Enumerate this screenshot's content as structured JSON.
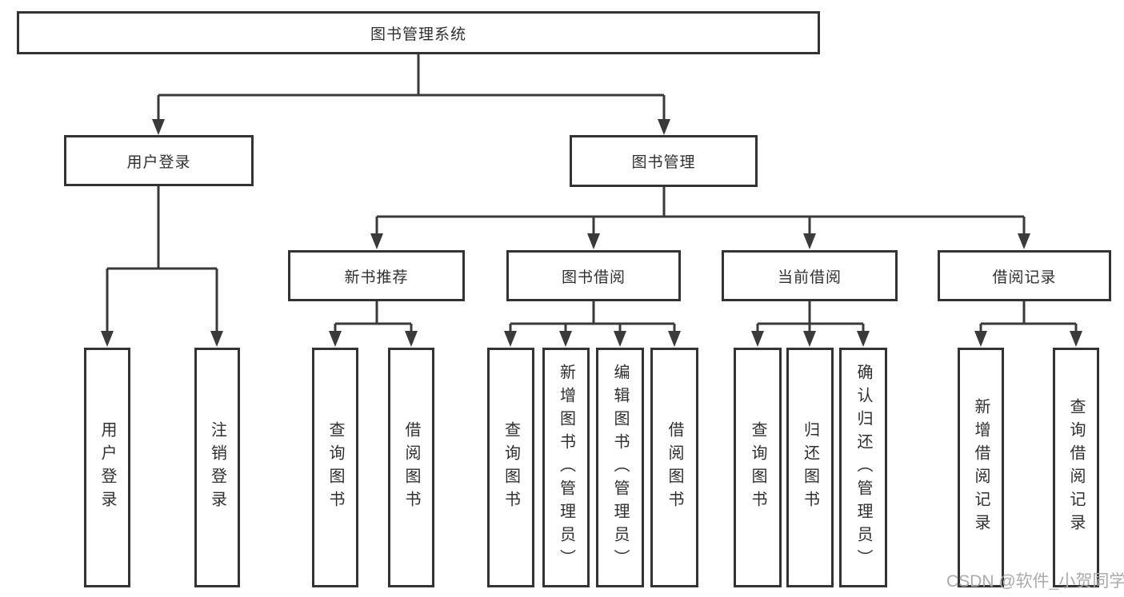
{
  "root": {
    "label": "图书管理系统"
  },
  "l2": [
    {
      "label": "用户登录"
    },
    {
      "label": "图书管理"
    }
  ],
  "l3": [
    {
      "label": "新书推荐"
    },
    {
      "label": "图书借阅"
    },
    {
      "label": "当前借阅"
    },
    {
      "label": "借阅记录"
    }
  ],
  "leaves": {
    "user_login": [
      {
        "label": "用户登录"
      },
      {
        "label": "注销登录"
      }
    ],
    "new_book": [
      {
        "label": "查询图书"
      },
      {
        "label": "借阅图书"
      }
    ],
    "book_borrow": [
      {
        "label": "查询图书"
      },
      {
        "label": "新增图书（管理员）"
      },
      {
        "label": "编辑图书（管理员）"
      },
      {
        "label": "借阅图书"
      }
    ],
    "current_borrow": [
      {
        "label": "查询图书"
      },
      {
        "label": "归还图书"
      },
      {
        "label": "确认归还（管理员）"
      }
    ],
    "borrow_record": [
      {
        "label": "新增借阅记录"
      },
      {
        "label": "查询借阅记录"
      }
    ]
  },
  "watermark": "CSDN @软件_小贺同学",
  "colors": {
    "line": "#3a3a3a",
    "box_border": "#333333",
    "text": "#2f2f2f",
    "watermark": "#ababab",
    "background": "#ffffff"
  }
}
